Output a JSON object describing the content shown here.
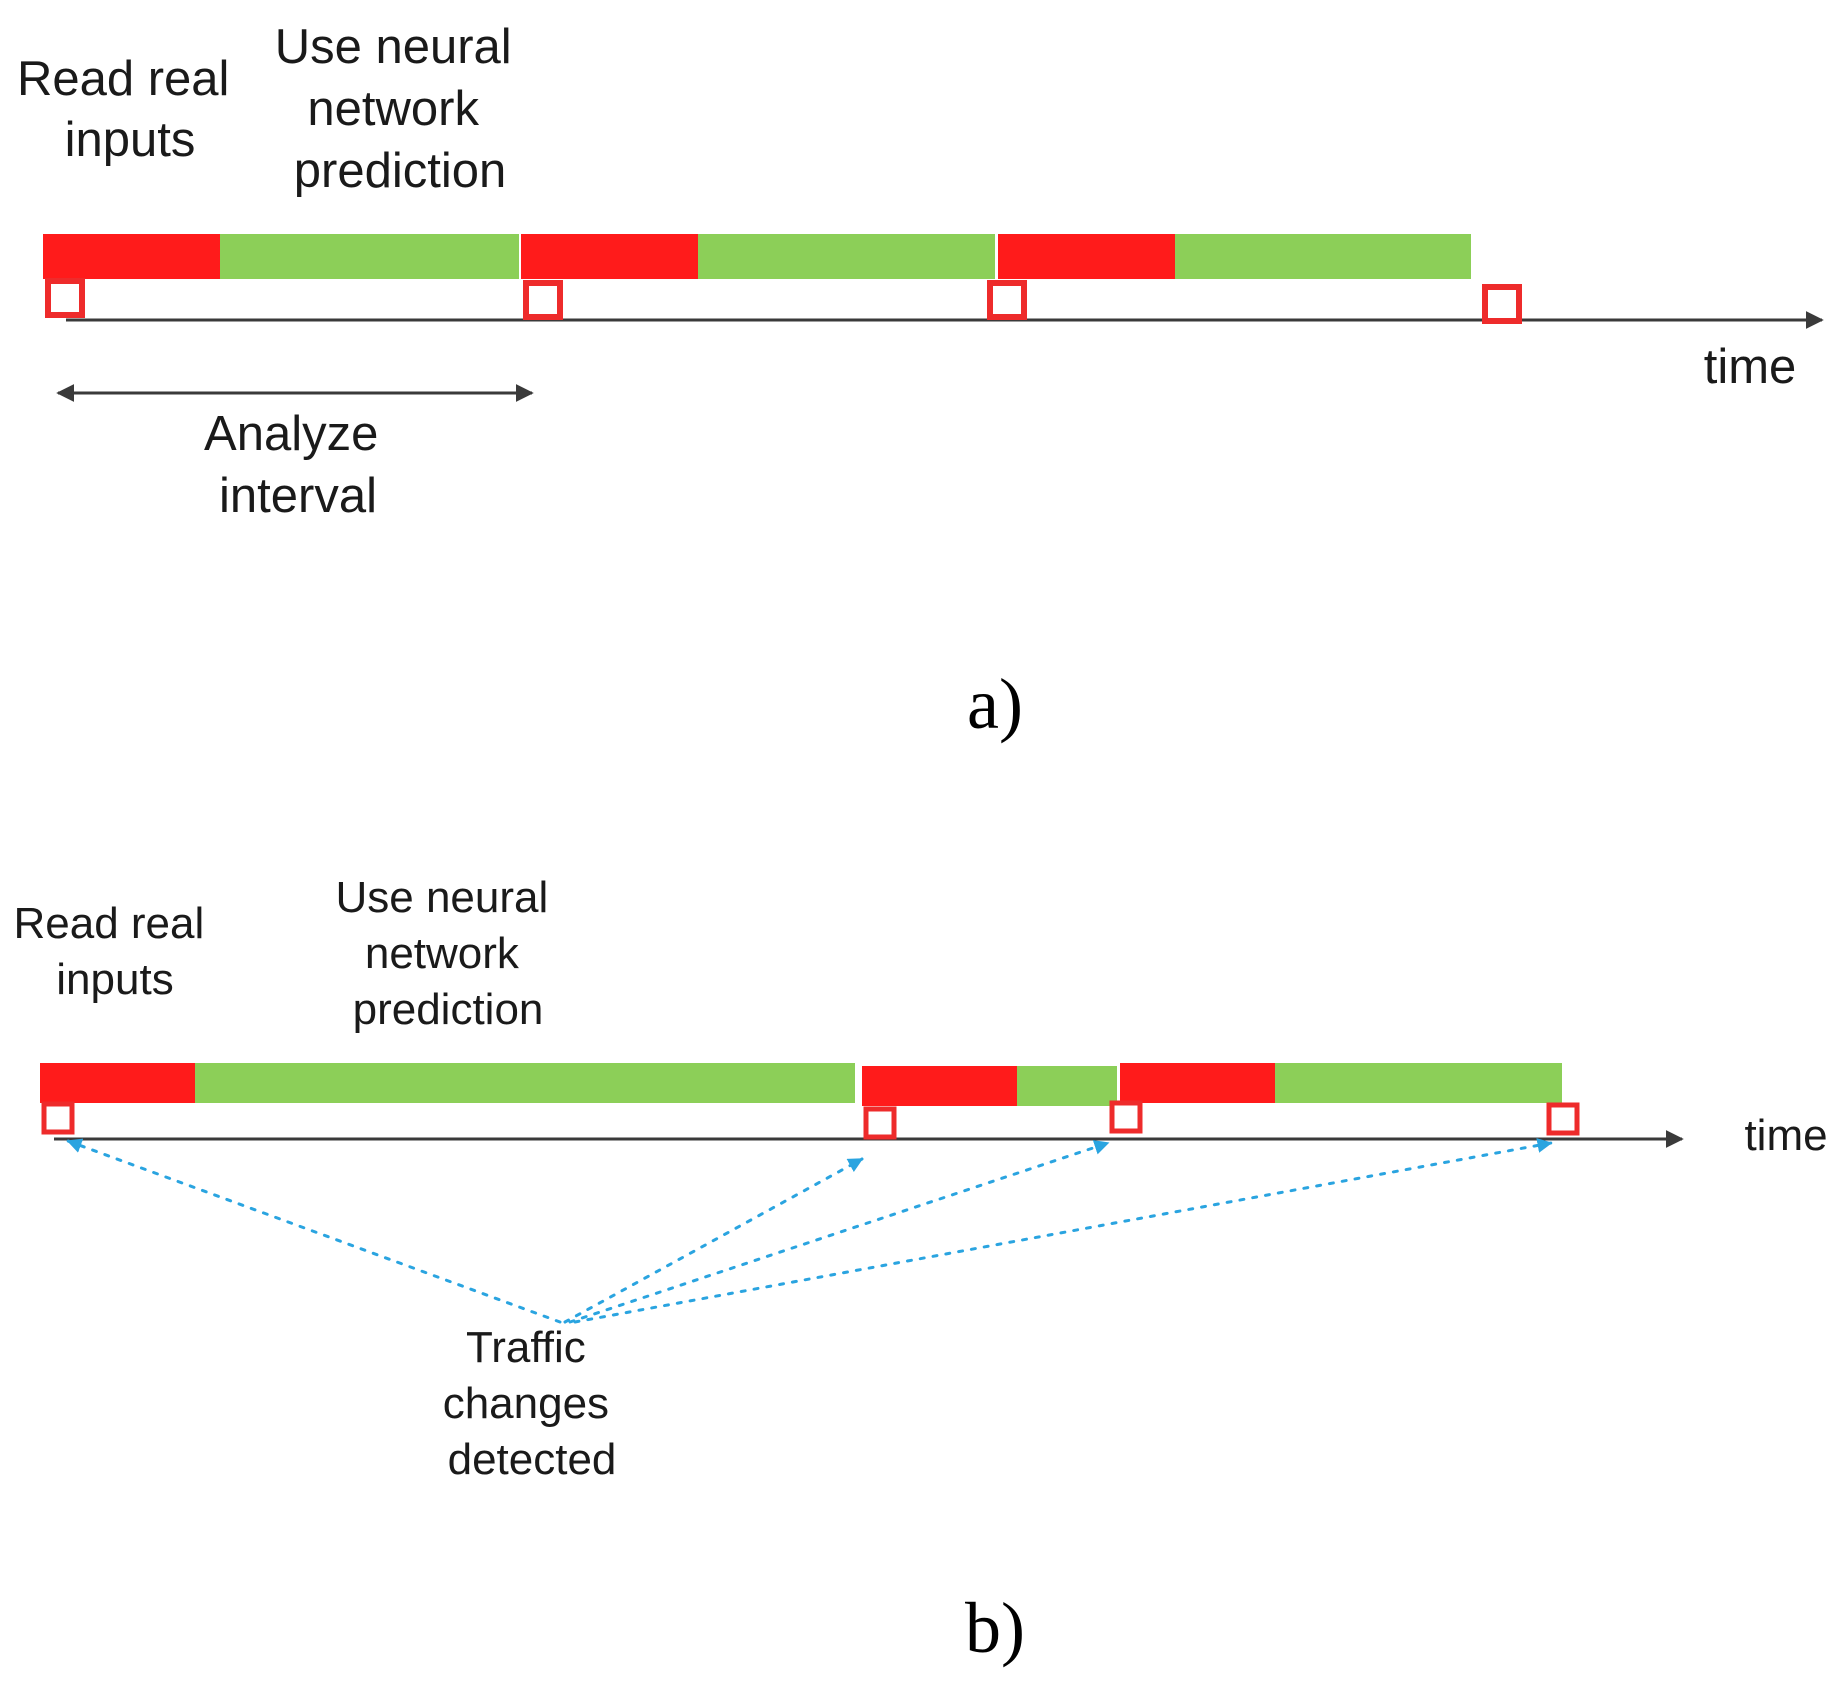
{
  "colors": {
    "read_phase": "#ff1b1b",
    "predict_phase": "#8ccf58",
    "axis": "#3a3a3a",
    "marker_stroke": "#ee2b2b",
    "marker_fill": "#ffffff",
    "pointer": "#2aa4e0"
  },
  "panel_a": {
    "label": "a)",
    "read_label": [
      "Read real",
      "inputs"
    ],
    "predict_label": [
      "Use neural",
      "network",
      "prediction"
    ],
    "axis_label": "time",
    "interval_label": [
      "Analyze",
      "interval"
    ]
  },
  "panel_b": {
    "label": "b)",
    "read_label": [
      "Read real",
      "inputs"
    ],
    "predict_label": [
      "Use neural",
      "network",
      "prediction"
    ],
    "axis_label": "time",
    "changes_label": [
      "Traffic",
      "changes",
      "detected"
    ]
  }
}
